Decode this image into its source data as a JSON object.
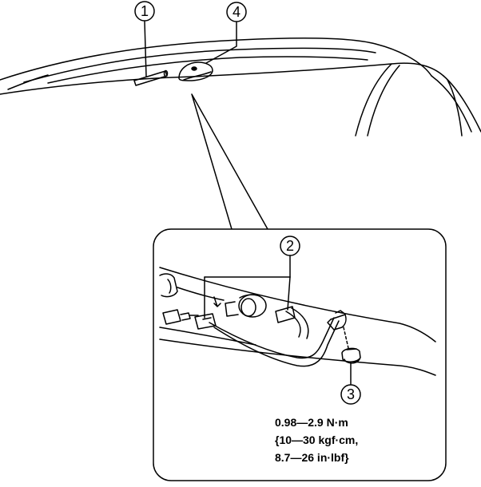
{
  "callouts": {
    "c1": "1",
    "c2": "2",
    "c3": "3",
    "c4": "4"
  },
  "torque": {
    "line1": "0.98—2.9 N·m",
    "line2": "{10—30 kgf·cm,",
    "line3": "8.7—26 in·lbf}"
  }
}
